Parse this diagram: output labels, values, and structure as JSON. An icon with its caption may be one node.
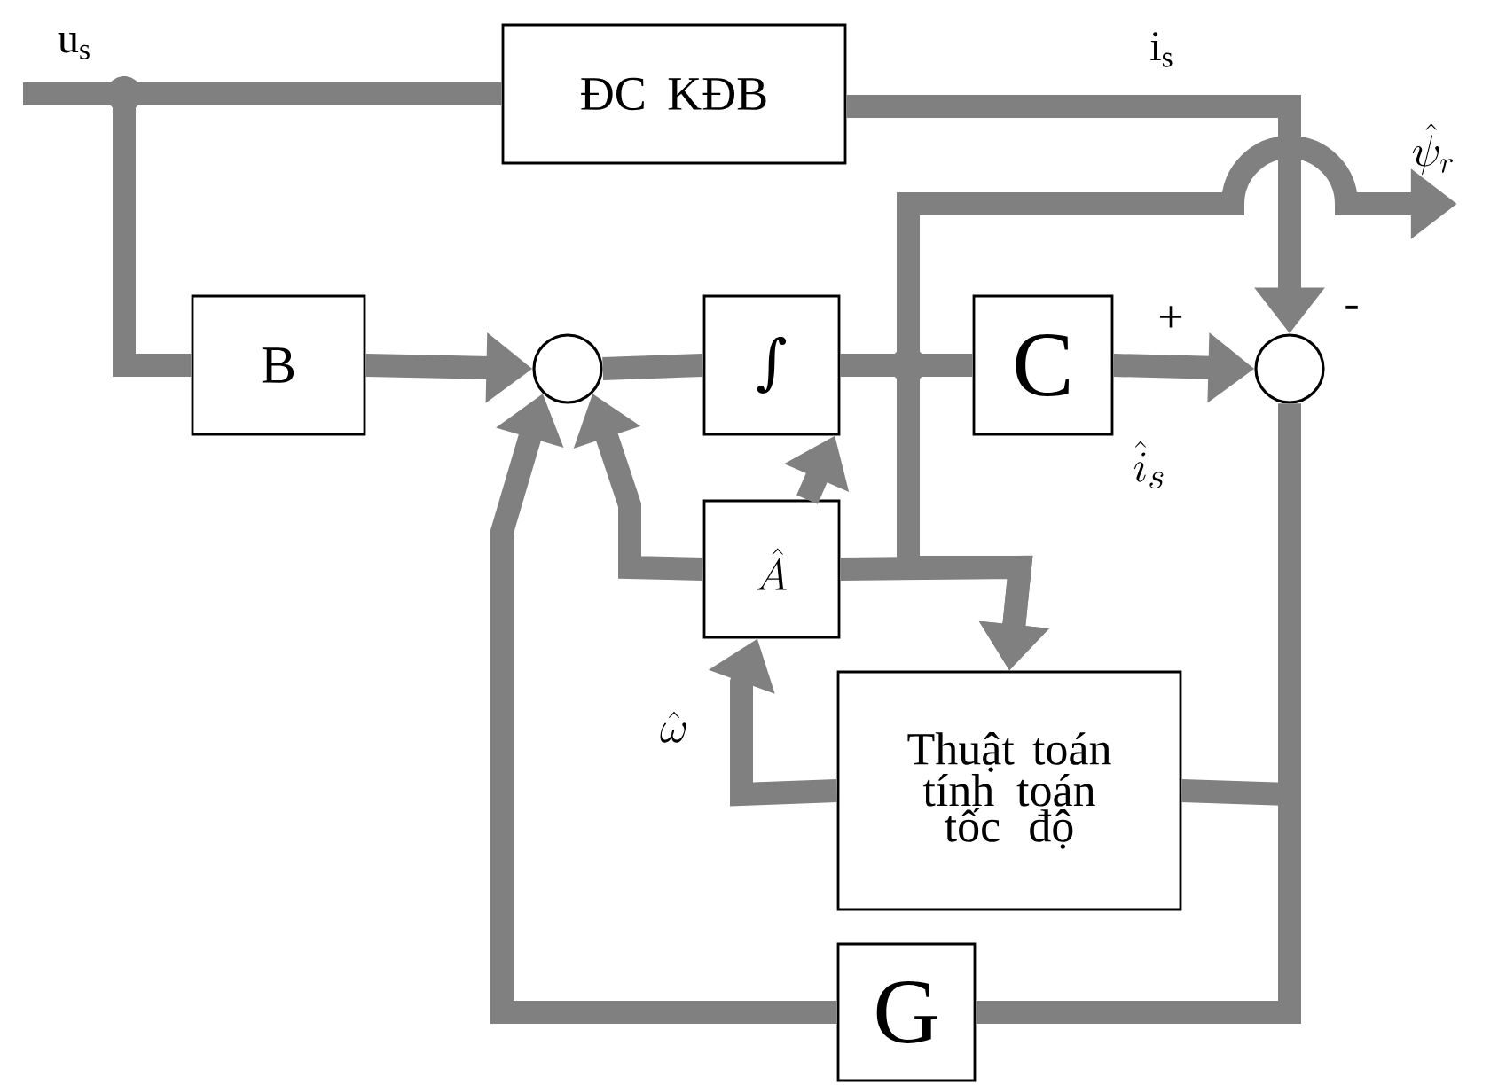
{
  "diagram": {
    "nodes": [
      {
        "text": [
          "ĐC KĐB"
        ]
      },
      {
        "text": [
          "B"
        ]
      },
      {
        "text": [],
        "shape": "circle"
      },
      {
        "text": [
          "∫"
        ]
      },
      {
        "text": [
          "C"
        ]
      },
      {
        "text": [],
        "shape": "circle"
      },
      {
        "text": [
          "\\hat{A}"
        ]
      },
      {
        "text": [
          "Thuật toán tính toán tốc độ"
        ]
      },
      {
        "text": [
          "G"
        ]
      },
      {
        "text": [
          "\\hat{\\psi}_r"
        ]
      }
    ],
    "edges": [
      {
        "from": null,
        "to": 0,
        "arrow": "none"
      },
      {
        "from": null,
        "to": 1,
        "arrow": "none"
      },
      {
        "from": 0,
        "to": 5,
        "arrow": "to"
      },
      {
        "from": 1,
        "to": 2,
        "arrow": "to"
      },
      {
        "from": 2,
        "to": 3,
        "arrow": "none"
      },
      {
        "from": 3,
        "to": 4,
        "arrow": "none"
      },
      {
        "from": 4,
        "to": 5,
        "arrow": "to"
      },
      {
        "from": 3,
        "to": 9,
        "arrow": "to"
      },
      {
        "from": 3,
        "to": 7,
        "arrow": "to"
      },
      {
        "from": 6,
        "to": 7,
        "arrow": "to"
      },
      {
        "from": 6,
        "to": 2,
        "arrow": "to"
      },
      {
        "from": 6,
        "to": 3,
        "arrow": "to"
      },
      {
        "from": 7,
        "to": 6,
        "arrow": "to"
      },
      {
        "from": 5,
        "to": 7,
        "arrow": "none"
      },
      {
        "from": 5,
        "to": 8,
        "arrow": "none"
      },
      {
        "from": 8,
        "to": 2,
        "arrow": "to"
      }
    ],
    "labels": [
      "u$_{s}$",
      "i$_{s}$",
      "+",
      "-",
      "\\hat{i}_s",
      "\\hat{\\omega}"
    ]
  }
}
